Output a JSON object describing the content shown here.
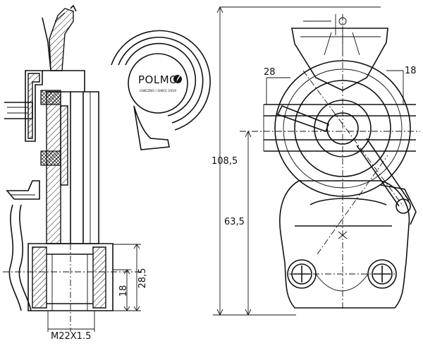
{
  "logo": {
    "brand": "POLMO",
    "tagline": "GNIEZNO / SINCE 1919"
  },
  "dimensions": {
    "thread": "M22X1.5",
    "height_a": "28,5",
    "height_b": "18",
    "overall_height": "108,5",
    "pivot_height": "63,5",
    "left_angle": "28",
    "right_angle": "18"
  },
  "colors": {
    "ink": "#111111",
    "paper": "#ffffff"
  }
}
